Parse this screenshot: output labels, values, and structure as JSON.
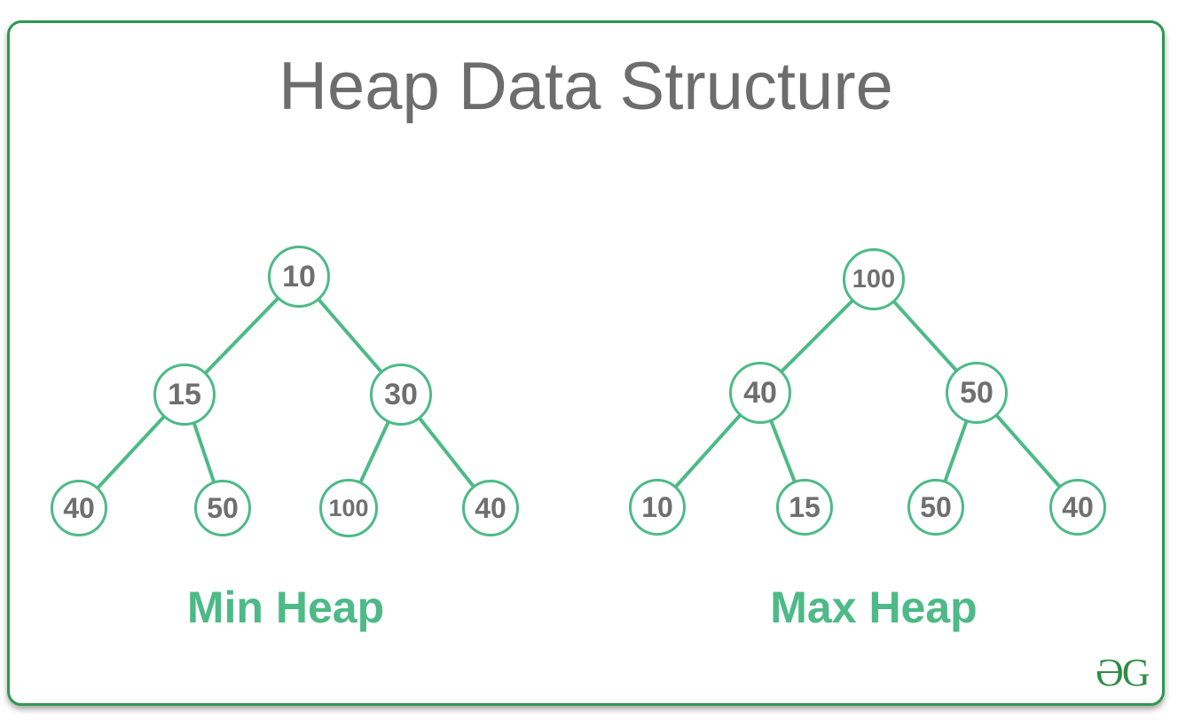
{
  "title": "Heap Data Structure",
  "logo_text": "ƏG",
  "colors": {
    "accent_green": "#4dba87",
    "border_green": "#2e9852",
    "logo_green": "#2f8d46",
    "title_gray": "#6d6d6d",
    "number_gray": "#6f6f6f"
  },
  "trees": [
    {
      "id": "min-heap",
      "label": "Min Heap",
      "nodes": [
        "10",
        "15",
        "30",
        "40",
        "50",
        "100",
        "40"
      ],
      "edges": [
        [
          0,
          1
        ],
        [
          0,
          2
        ],
        [
          1,
          3
        ],
        [
          1,
          4
        ],
        [
          2,
          5
        ],
        [
          2,
          6
        ]
      ]
    },
    {
      "id": "max-heap",
      "label": "Max Heap",
      "nodes": [
        "100",
        "40",
        "50",
        "10",
        "15",
        "50",
        "40"
      ],
      "edges": [
        [
          0,
          1
        ],
        [
          0,
          2
        ],
        [
          1,
          3
        ],
        [
          1,
          4
        ],
        [
          2,
          5
        ],
        [
          2,
          6
        ]
      ]
    }
  ]
}
